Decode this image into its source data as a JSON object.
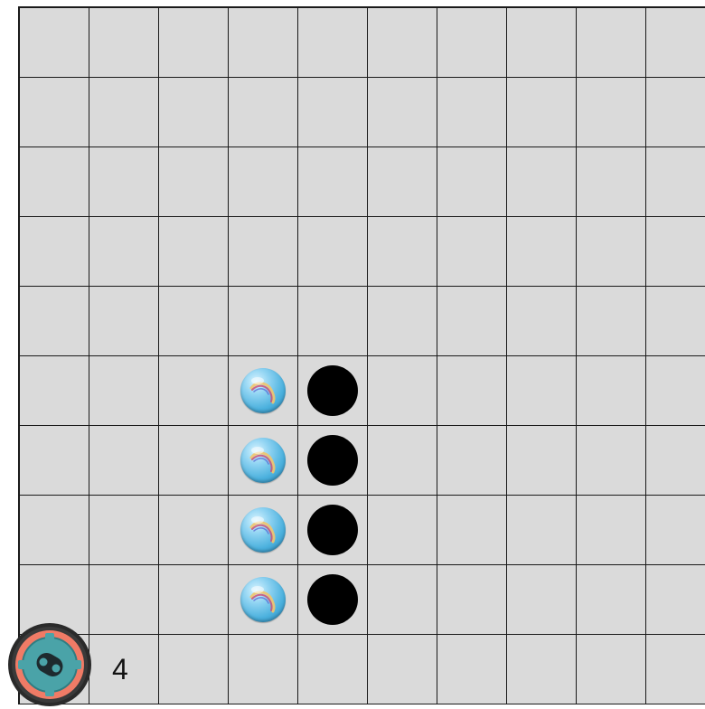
{
  "board": {
    "rows": 10,
    "cols": 10,
    "cell_color": "#dadada",
    "line_color": "#1a1a1a",
    "stones": [
      {
        "row": 5,
        "col": 3,
        "type": "marble"
      },
      {
        "row": 5,
        "col": 4,
        "type": "black"
      },
      {
        "row": 6,
        "col": 3,
        "type": "marble"
      },
      {
        "row": 6,
        "col": 4,
        "type": "black"
      },
      {
        "row": 7,
        "col": 3,
        "type": "marble"
      },
      {
        "row": 7,
        "col": 4,
        "type": "black"
      },
      {
        "row": 8,
        "col": 3,
        "type": "marble"
      },
      {
        "row": 8,
        "col": 4,
        "type": "black"
      }
    ]
  },
  "player": {
    "avatar_icon": "robot-badge-icon",
    "score": "4",
    "colors": {
      "ring": "#2a2a2a",
      "badge": "#f07b66",
      "face": "#4aa3a8"
    }
  }
}
